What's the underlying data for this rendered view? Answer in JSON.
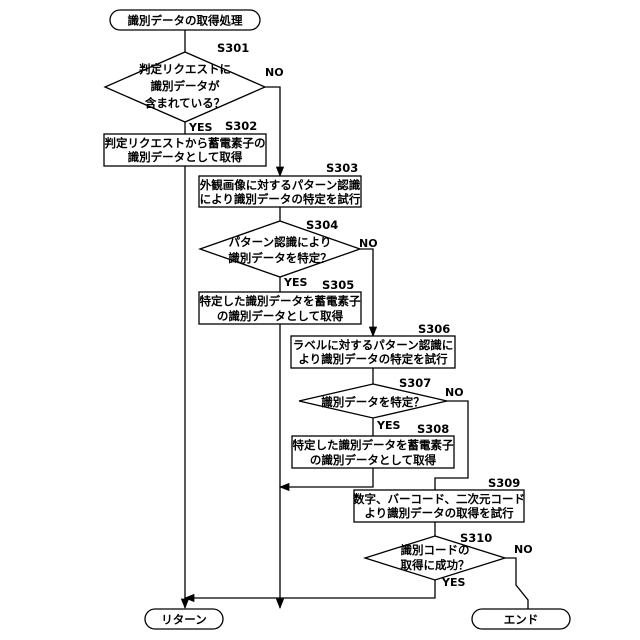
{
  "terminals": {
    "start": "識別データの取得処理",
    "return": "リターン",
    "end": "エンド"
  },
  "steps": {
    "s301": {
      "label": "S301",
      "lines": [
        "判定リクエストに",
        "識別データが",
        "含まれている？"
      ]
    },
    "s302": {
      "label": "S302",
      "lines": [
        "判定リクエストから蓄電素子の",
        "識別データとして取得"
      ]
    },
    "s303": {
      "label": "S303",
      "lines": [
        "外観画像に対するパターン認識",
        "により識別データの特定を試行"
      ]
    },
    "s304": {
      "label": "S304",
      "lines": [
        "パターン認識により",
        "識別データを特定？"
      ]
    },
    "s305": {
      "label": "S305",
      "lines": [
        "特定した識別データを蓄電素子",
        "の識別データとして取得"
      ]
    },
    "s306": {
      "label": "S306",
      "lines": [
        "ラベルに対するパターン認識に",
        "より識別データの特定を試行"
      ]
    },
    "s307": {
      "label": "S307",
      "lines": [
        "識別データを特定？"
      ]
    },
    "s308": {
      "label": "S308",
      "lines": [
        "特定した識別データを蓄電素子",
        "の識別データとして取得"
      ]
    },
    "s309": {
      "label": "S309",
      "lines": [
        "数字、バーコード、二次元コード",
        "より識別データの取得を試行"
      ]
    },
    "s310": {
      "label": "S310",
      "lines": [
        "識別コードの",
        "取得に成功？"
      ]
    }
  },
  "branch_labels": {
    "yes": "YES",
    "no": "NO"
  }
}
